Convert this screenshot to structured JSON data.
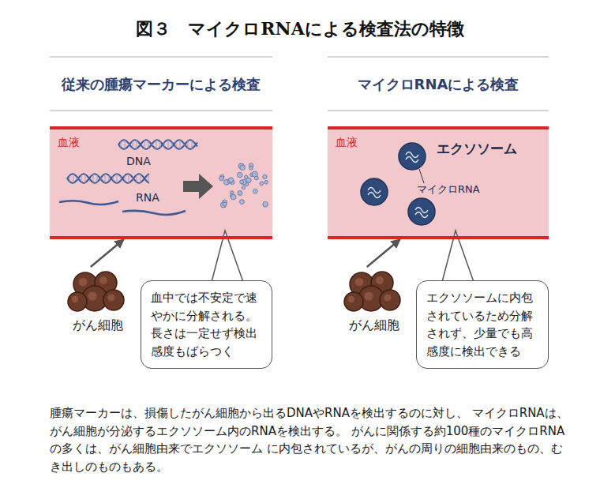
{
  "diagram": {
    "title": "図３　マイクロRNAによる検査法の特徴",
    "caption": "腫瘍マーカーは、損傷したがん細胞から出るDNAやRNAを検出するのに対し、 マイクロRNAは、がん細胞が分泌するエクソソーム内のRNAを検出する。 がんに関係する約100種のマイクロRNAの多くは、がん細胞由来でエクソソーム に内包されているが、がんの周りの細胞由来のもの、むき出しのものもある。",
    "nodes": [
      {
        "text": [
          "血液"
        ]
      },
      {
        "text": [
          "血液"
        ]
      },
      {
        "text": [
          "がん細胞"
        ]
      },
      {
        "text": [
          "血中では不安定で速やかに分解される。長さは一定せず検出感度もばらつく"
        ]
      },
      {
        "text": [
          "がん細胞"
        ]
      },
      {
        "text": [
          "エクソソームに内包されているため分解されず、少量でも高感度に検出できる"
        ]
      }
    ],
    "edges": [
      {
        "from": 2,
        "to": 0,
        "arrow": "to"
      },
      {
        "from": 4,
        "to": 1,
        "arrow": "to"
      }
    ],
    "labels": [
      "従来の腫瘍マーカーによる検査",
      "マイクロRNAによる検査",
      "DNA",
      "RNA",
      "エクソソーム",
      "マイクロRNA"
    ]
  }
}
